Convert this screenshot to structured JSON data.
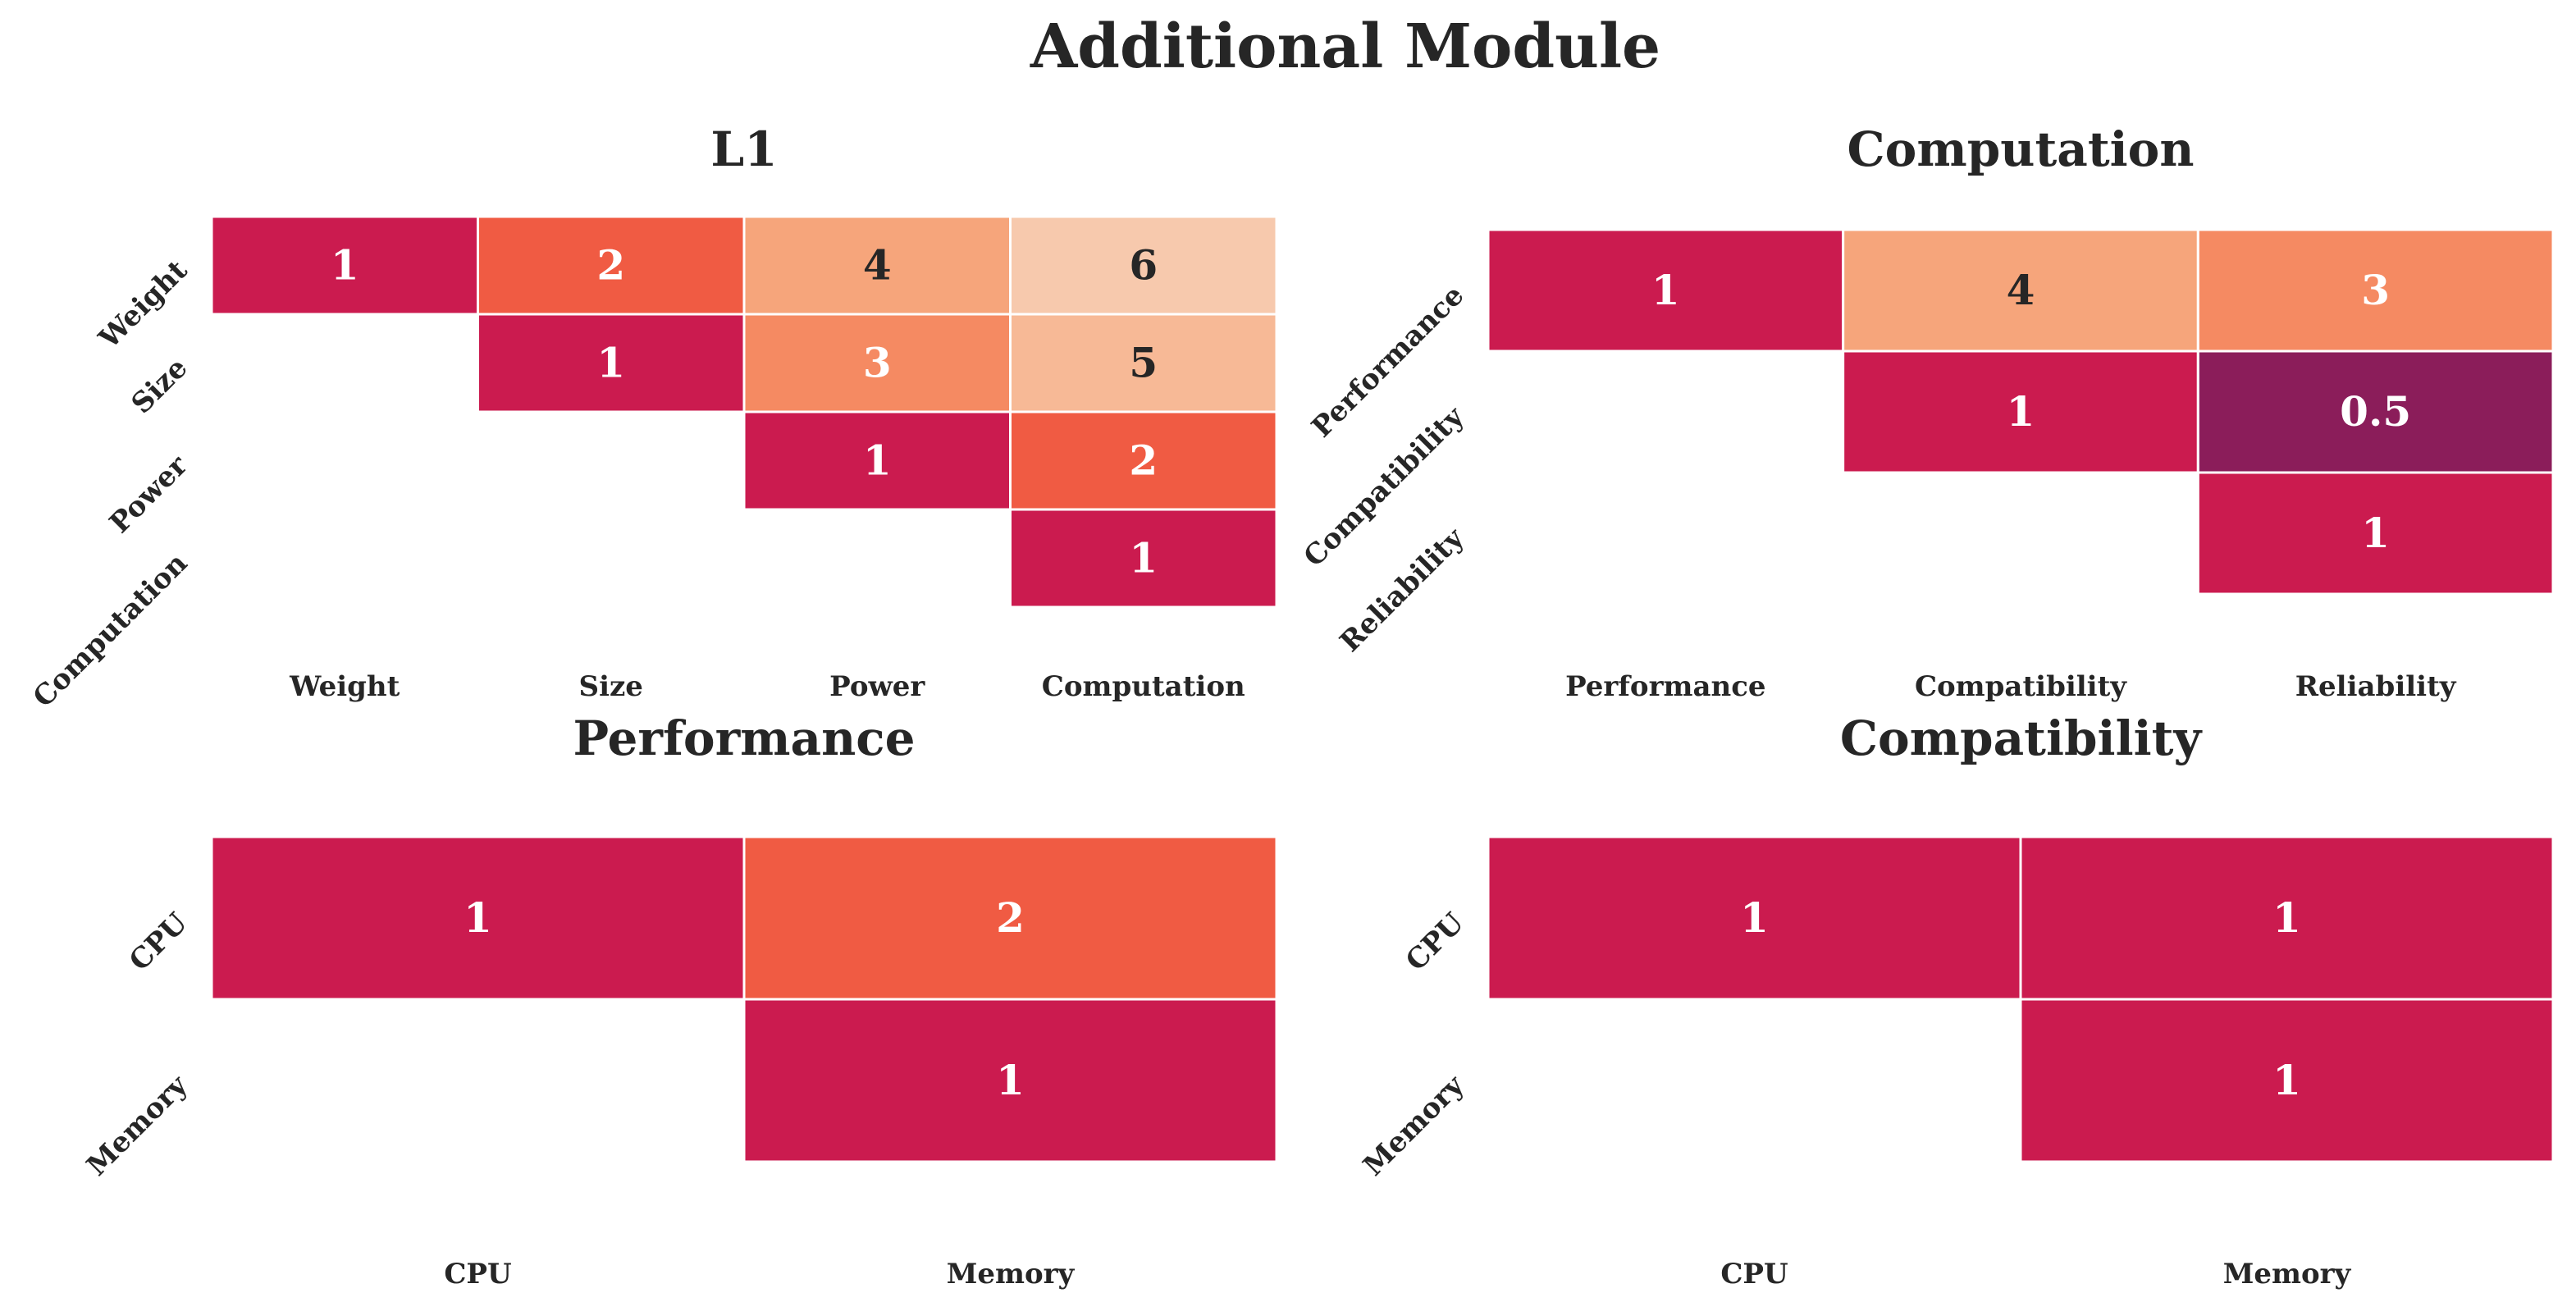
{
  "title": "Additional Module",
  "chart_data": [
    {
      "type": "heatmap",
      "title": "L1",
      "rows": [
        "Weight",
        "Size",
        "Power",
        "Computation"
      ],
      "columns": [
        "Weight",
        "Size",
        "Power",
        "Computation"
      ],
      "values": [
        [
          1,
          2,
          4,
          6
        ],
        [
          null,
          1,
          3,
          5
        ],
        [
          null,
          null,
          1,
          2
        ],
        [
          null,
          null,
          null,
          1
        ]
      ],
      "labels": [
        [
          "1",
          "2",
          "4",
          "6"
        ],
        [
          "",
          "1",
          "3",
          "5"
        ],
        [
          "",
          "",
          "1",
          "2"
        ],
        [
          "",
          "",
          "",
          "1"
        ]
      ]
    },
    {
      "type": "heatmap",
      "title": "Computation",
      "rows": [
        "Performance",
        "Compatibility",
        "Reliability"
      ],
      "columns": [
        "Performance",
        "Compatibility",
        "Reliability"
      ],
      "values": [
        [
          1,
          4,
          3
        ],
        [
          null,
          1,
          0.5
        ],
        [
          null,
          null,
          1
        ]
      ],
      "labels": [
        [
          "1",
          "4",
          "3"
        ],
        [
          "",
          "1",
          "0.5"
        ],
        [
          "",
          "",
          "1"
        ]
      ]
    },
    {
      "type": "heatmap",
      "title": "Performance",
      "rows": [
        "CPU",
        "Memory"
      ],
      "columns": [
        "CPU",
        "Memory"
      ],
      "values": [
        [
          1,
          2
        ],
        [
          null,
          1
        ]
      ],
      "labels": [
        [
          "1",
          "2"
        ],
        [
          "",
          "1"
        ]
      ]
    },
    {
      "type": "heatmap",
      "title": "Compatibility",
      "rows": [
        "CPU",
        "Memory"
      ],
      "columns": [
        "CPU",
        "Memory"
      ],
      "values": [
        [
          1,
          1
        ],
        [
          null,
          1
        ]
      ],
      "labels": [
        [
          "1",
          "1"
        ],
        [
          "",
          "1"
        ]
      ]
    }
  ],
  "colors": {
    "text_dark": "#262626",
    "text_light": "#ffffff",
    "background": "#ffffff",
    "palette": {
      "0.5": "#8b1d5a",
      "1": "#cb1b4f",
      "2": "#f05b43",
      "3": "#f58a62",
      "4": "#f6a57b",
      "5": "#f7b996",
      "6": "#f7c9ad"
    }
  }
}
